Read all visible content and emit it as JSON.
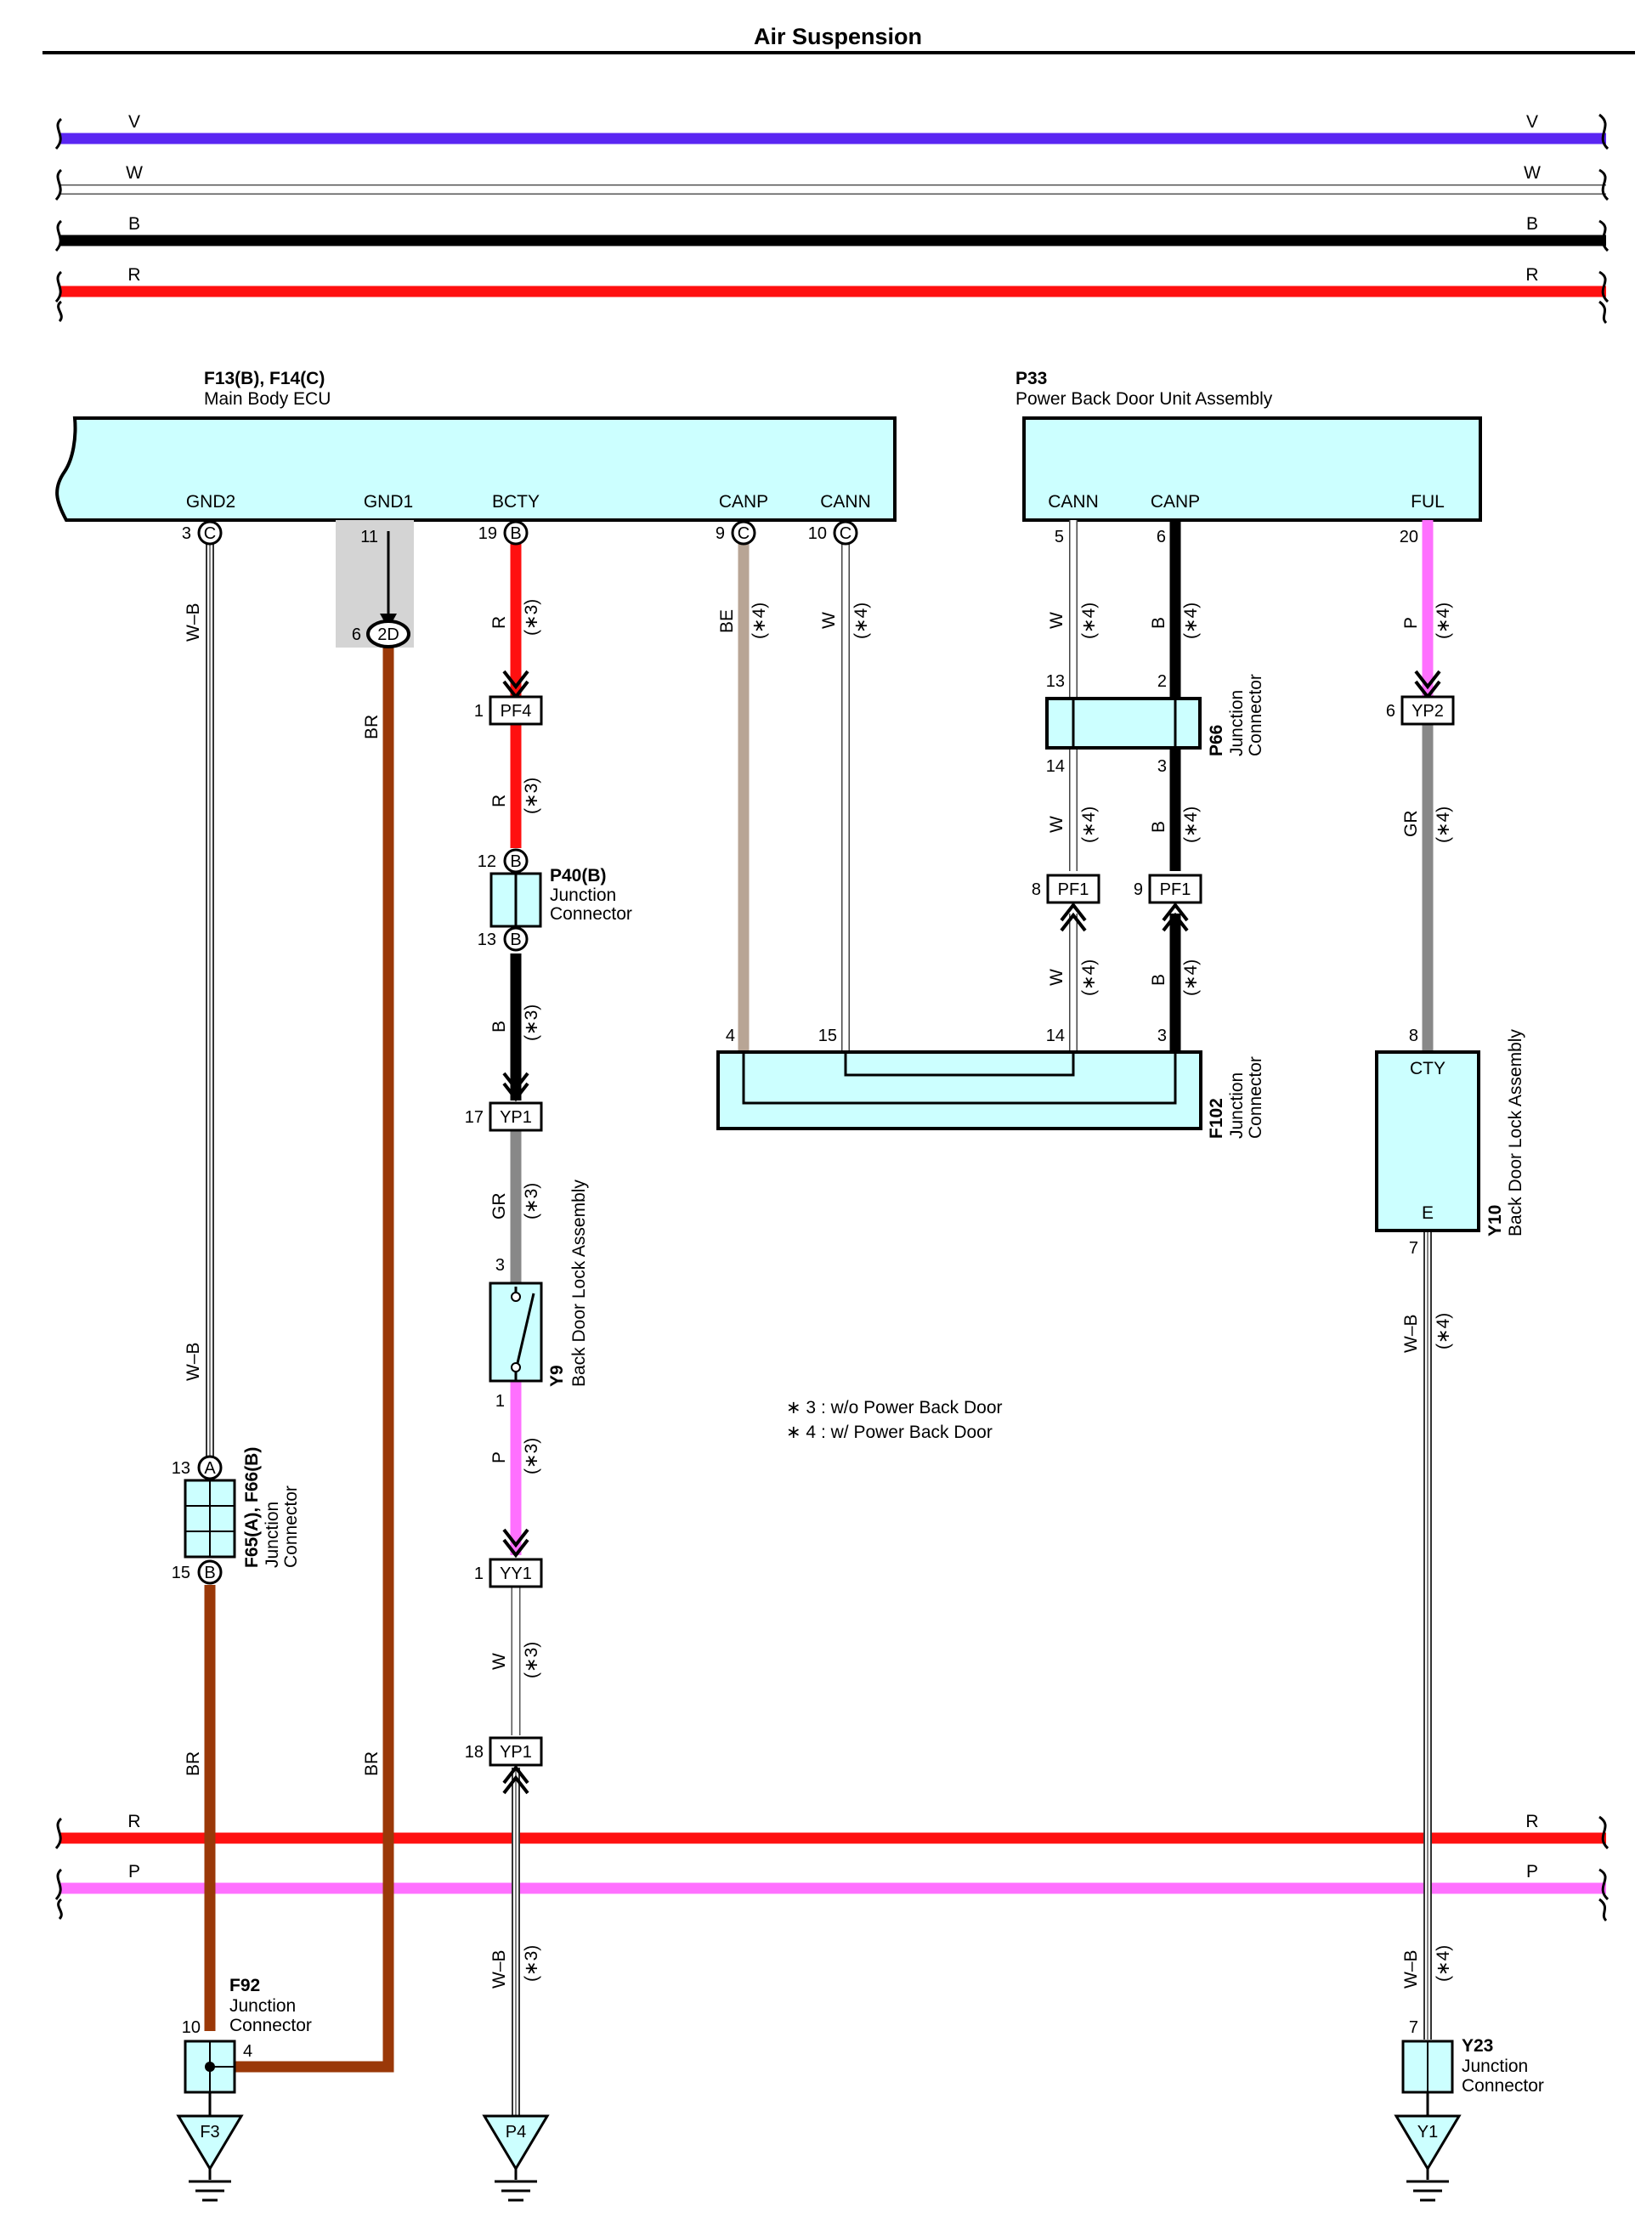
{
  "title": "Air Suspension",
  "colors": {
    "V": "#5a26f2",
    "W": "#ffffff",
    "B": "#000000",
    "R": "#ff1010",
    "P": "#ff70ff",
    "BR": "#9a3808",
    "BE": "#b8a595",
    "GR": "#888888",
    "component_fill": "#ccffff",
    "splice_bg": "#d4d4d4"
  },
  "bus_top": [
    {
      "id": "V",
      "label_left": "V",
      "label_right": "V"
    },
    {
      "id": "W",
      "label_left": "W",
      "label_right": "W"
    },
    {
      "id": "B",
      "label_left": "B",
      "label_right": "B"
    },
    {
      "id": "R",
      "label_left": "R",
      "label_right": "R"
    }
  ],
  "bus_bottom": [
    {
      "id": "R",
      "label_left": "R",
      "label_right": "R"
    },
    {
      "id": "P",
      "label_left": "P",
      "label_right": "P"
    }
  ],
  "components": {
    "ecu": {
      "code": "F13(B), F14(C)",
      "name": "Main Body ECU",
      "terminals": [
        {
          "name": "GND2",
          "pin": "3",
          "conn": "C"
        },
        {
          "name": "GND1",
          "pin": "11",
          "conn": ""
        },
        {
          "name": "BCTY",
          "pin": "19",
          "conn": "B"
        },
        {
          "name": "CANP",
          "pin": "9",
          "conn": "C"
        },
        {
          "name": "CANN",
          "pin": "10",
          "conn": "C"
        }
      ]
    },
    "p33": {
      "code": "P33",
      "name": "Power Back Door Unit Assembly",
      "terminals": [
        {
          "name": "CANN",
          "pin": "5"
        },
        {
          "name": "CANP",
          "pin": "6"
        },
        {
          "name": "FUL",
          "pin": "20"
        }
      ]
    },
    "p66": {
      "code": "P66",
      "line1": "Junction",
      "line2": "Connector",
      "pins": [
        "13",
        "2",
        "14",
        "3"
      ]
    },
    "f102": {
      "code": "F102",
      "line1": "Junction",
      "line2": "Connector",
      "pins": [
        "4",
        "15",
        "14",
        "3"
      ]
    },
    "p40": {
      "code": "P40(B)",
      "line1": "Junction",
      "line2": "Connector",
      "pins": [
        "12",
        "13"
      ],
      "conn": "B"
    },
    "y9": {
      "code": "Y9",
      "name": "Back Door Lock Assembly",
      "pins": [
        "3",
        "1"
      ]
    },
    "y10": {
      "code": "Y10",
      "name": "Back Door Lock Assembly",
      "terminals": [
        "CTY",
        "E"
      ],
      "pins": [
        "8",
        "7"
      ]
    },
    "f65": {
      "code": "F65(A), F66(B)",
      "line1": "Junction",
      "line2": "Connector",
      "pins": [
        "13",
        "15"
      ],
      "conns": [
        "A",
        "B"
      ]
    },
    "f92": {
      "code": "F92",
      "line1": "Junction",
      "line2": "Connector",
      "pins": [
        "10",
        "4"
      ]
    },
    "y23": {
      "code": "Y23",
      "line1": "Junction",
      "line2": "Connector",
      "pins": [
        "7"
      ]
    }
  },
  "splice": {
    "pin_in": "11",
    "pin_out": "6",
    "label": "2D"
  },
  "inline_connectors": [
    {
      "id": "PF4",
      "pin": "1"
    },
    {
      "id": "YP1",
      "pin": "17"
    },
    {
      "id": "YY1",
      "pin": "1"
    },
    {
      "id": "YP1",
      "pin": "18"
    },
    {
      "id": "PF1",
      "pin": "8"
    },
    {
      "id": "PF1",
      "pin": "9"
    },
    {
      "id": "YP2",
      "pin": "6"
    }
  ],
  "grounds": [
    "F3",
    "P4",
    "Y1"
  ],
  "wire_labels": {
    "wb": "W–B",
    "br": "BR",
    "r": "R",
    "b": "B",
    "gr": "GR",
    "p": "P",
    "w": "W",
    "be": "BE",
    "star3": "(∗3)",
    "star4": "(∗4)"
  },
  "notes": [
    "∗ 3 : w/o Power Back Door",
    "∗ 4 : w/ Power Back Door"
  ]
}
